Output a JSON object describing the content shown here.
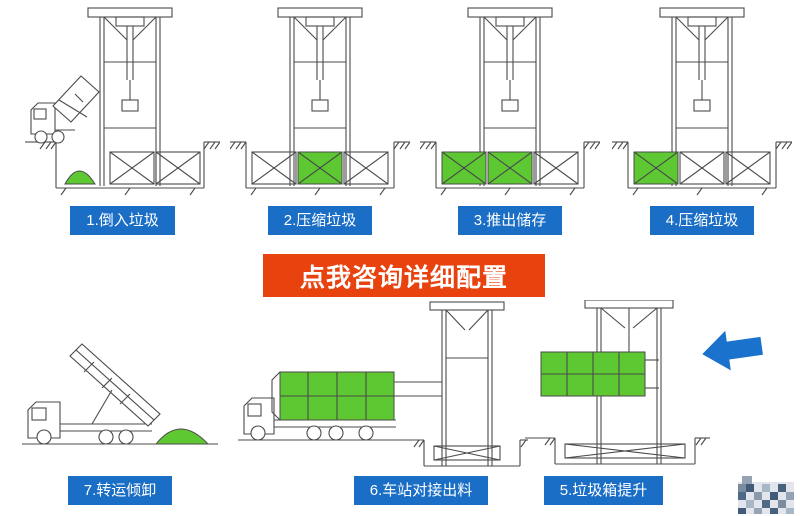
{
  "steps": [
    {
      "label": "1.倒入垃圾"
    },
    {
      "label": "2.压缩垃圾"
    },
    {
      "label": "3.推出储存"
    },
    {
      "label": "4.压缩垃圾"
    },
    {
      "label": "5.垃圾箱提升"
    },
    {
      "label": "6.车站对接出料"
    },
    {
      "label": "7.转运倾卸"
    }
  ],
  "banner": {
    "label": "点我咨询详细配置"
  },
  "icons": {
    "flow_arrow": "arrow-left",
    "watermark": "pixelated-logo"
  },
  "colors": {
    "label_bg": "#1a6ec5",
    "banner_bg": "#e8420f",
    "green": "#5ec832",
    "arrow": "#1a72cc",
    "line": "#4b4b4b"
  }
}
